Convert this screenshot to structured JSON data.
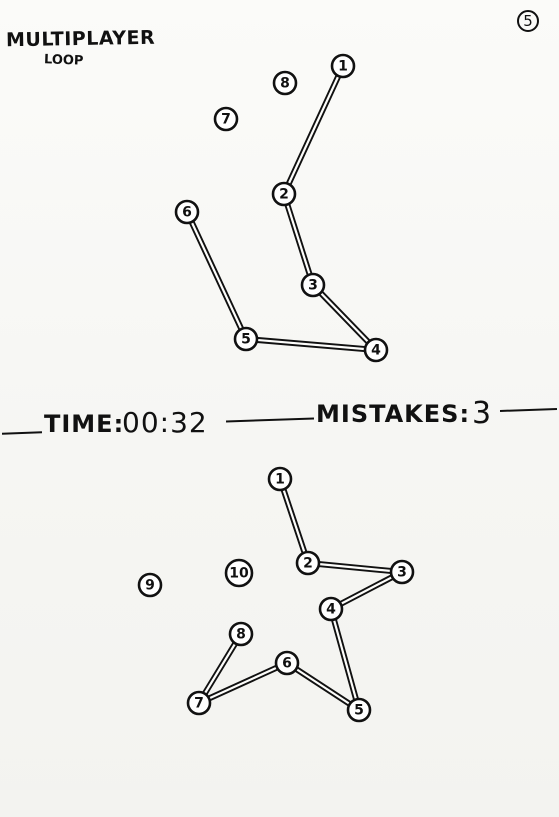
{
  "header": {
    "title": "MULTIPLAYER",
    "mode": "LOOP",
    "page_badge": "5"
  },
  "hud": {
    "time_label": "TIME:",
    "time_value": "00:32",
    "mistakes_label": "MISTAKES:",
    "mistakes_value": "3"
  },
  "boards": [
    {
      "name": "top-board",
      "dots": [
        "1",
        "8",
        "7",
        "2",
        "6",
        "3",
        "5",
        "4"
      ],
      "connections": [
        [
          "1",
          "2"
        ],
        [
          "2",
          "3"
        ],
        [
          "3",
          "4"
        ],
        [
          "4",
          "5"
        ],
        [
          "5",
          "6"
        ]
      ]
    },
    {
      "name": "bottom-board",
      "dots": [
        "1",
        "2",
        "3",
        "4",
        "9",
        "10",
        "8",
        "6",
        "7",
        "5"
      ],
      "connections": [
        [
          "1",
          "2"
        ],
        [
          "2",
          "3"
        ],
        [
          "3",
          "4"
        ],
        [
          "4",
          "5"
        ],
        [
          "5",
          "6"
        ],
        [
          "6",
          "7"
        ],
        [
          "7",
          "8"
        ]
      ]
    }
  ]
}
